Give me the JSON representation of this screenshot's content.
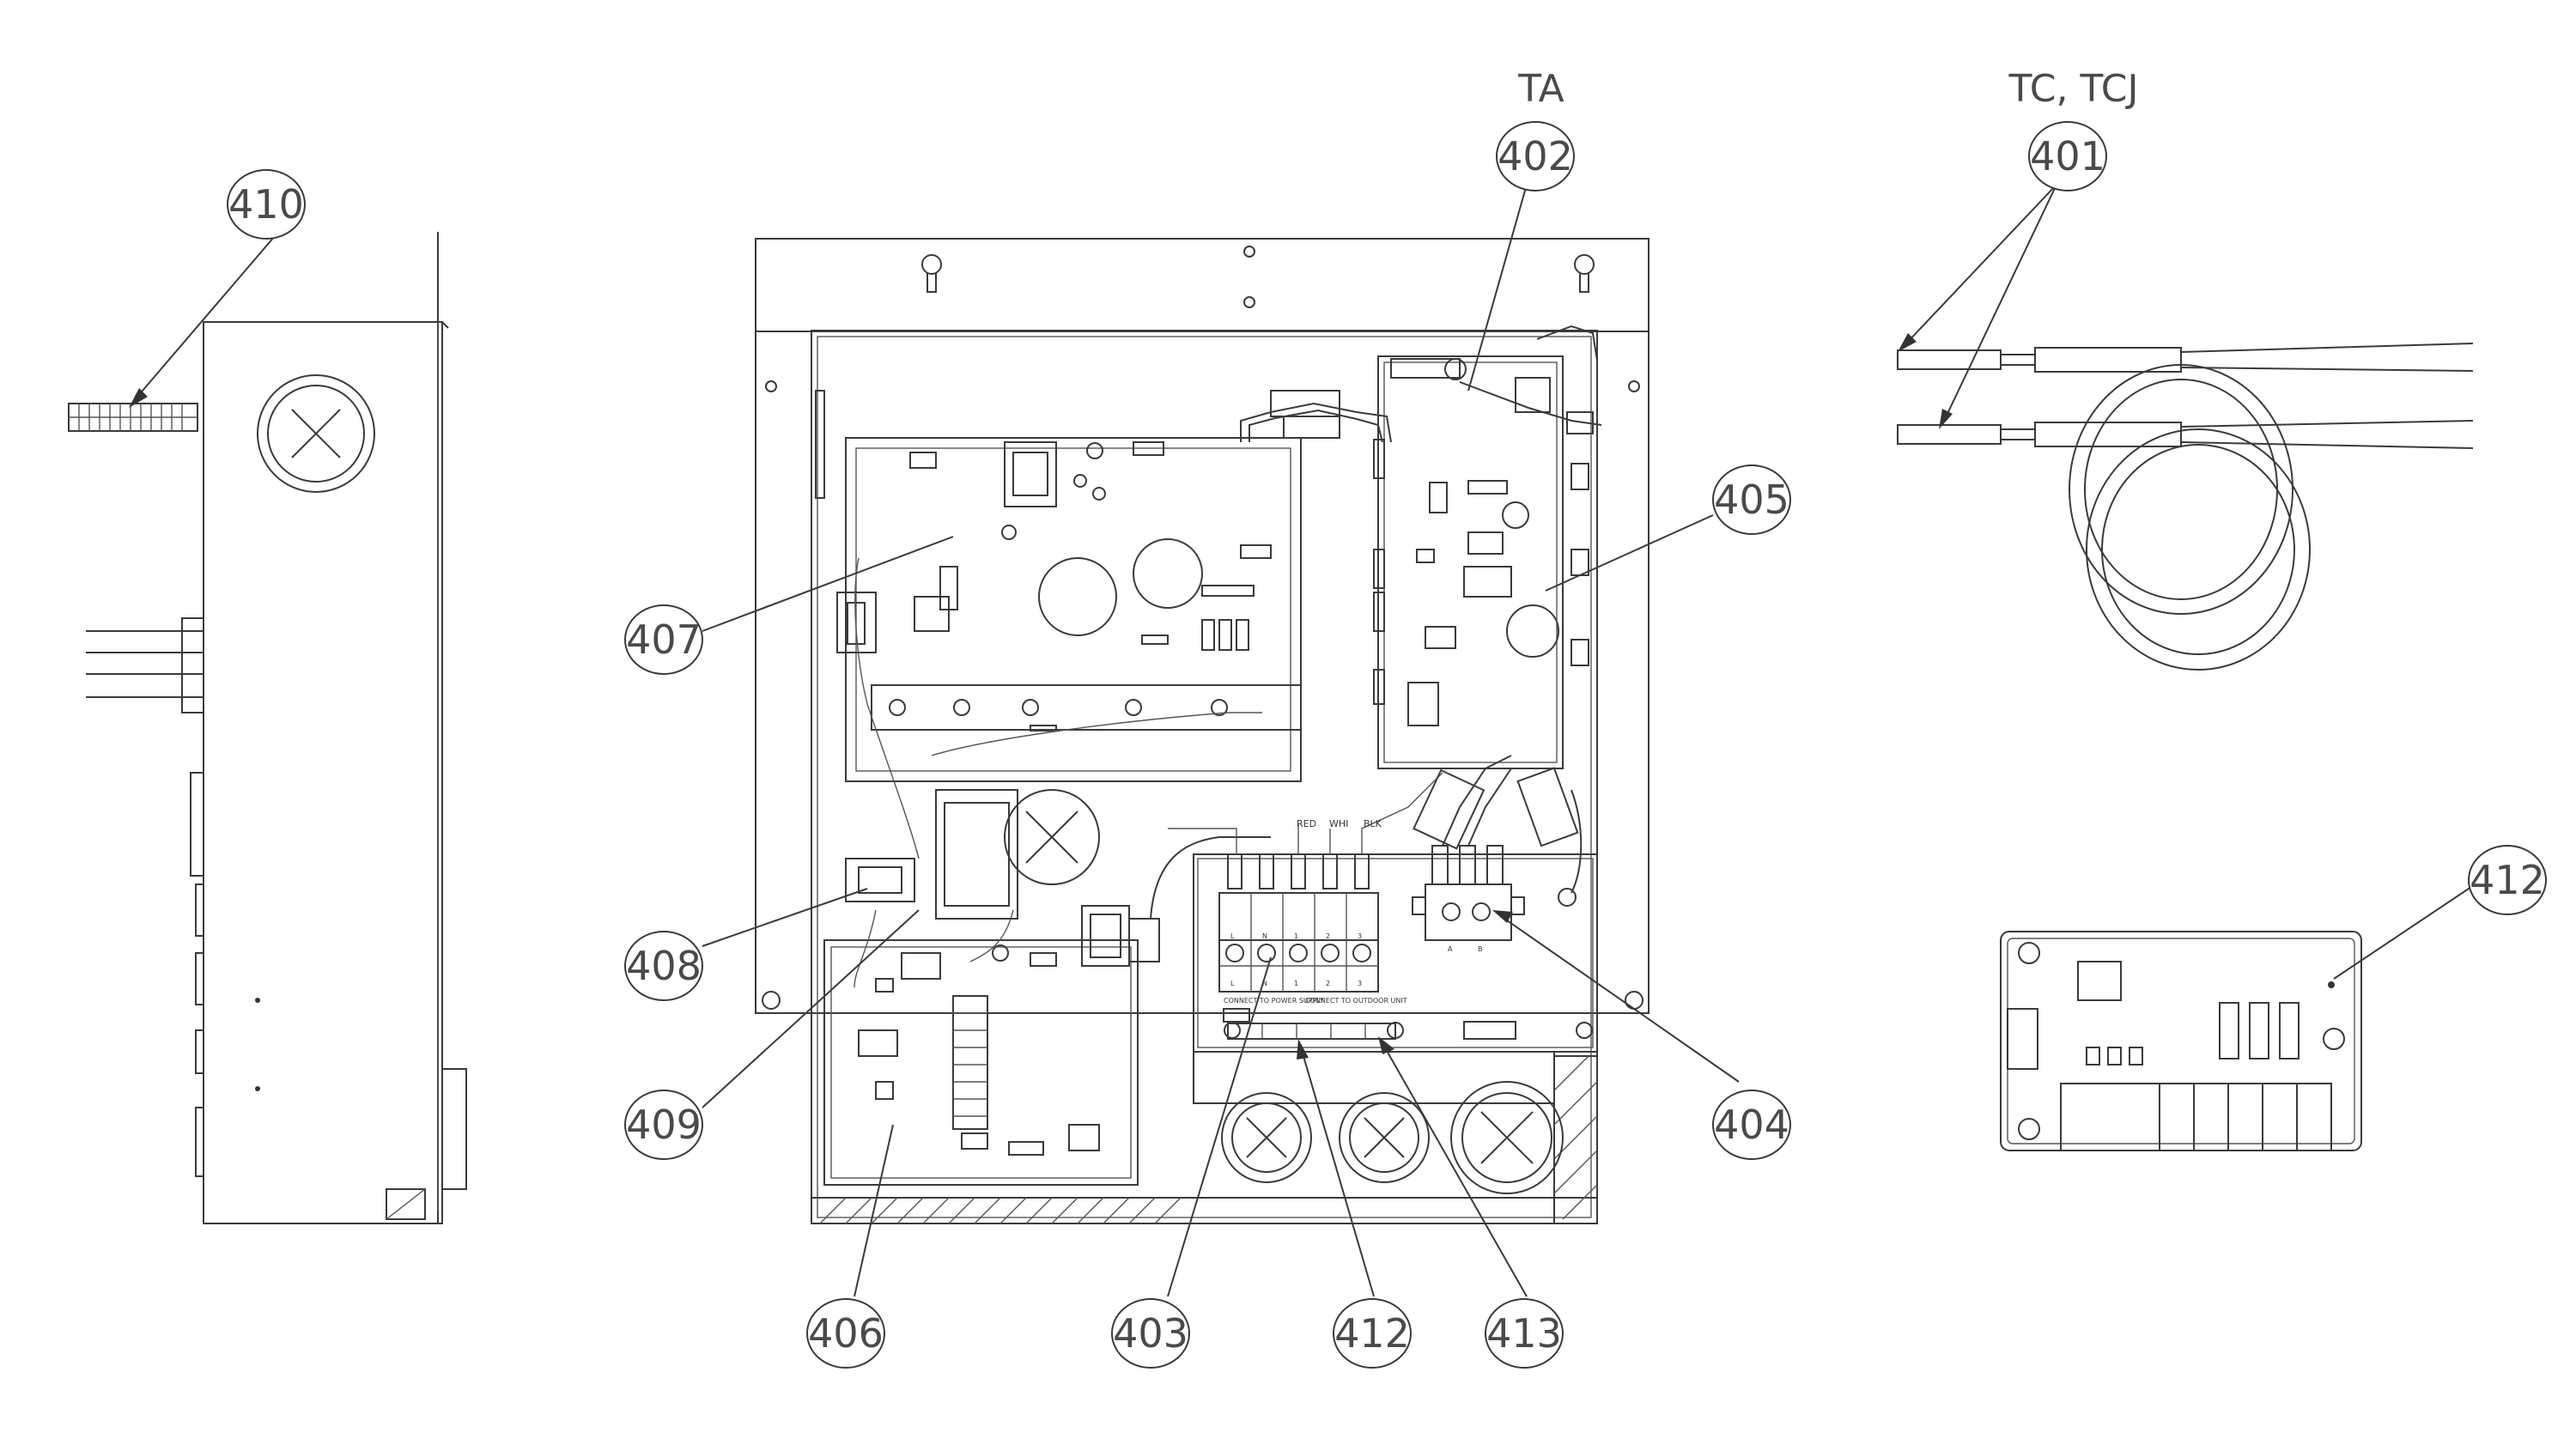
{
  "titles": {
    "ta": "TA",
    "tc_tcj": "TC, TCJ"
  },
  "callouts": {
    "c410": "410",
    "c402": "402",
    "c401": "401",
    "c405": "405",
    "c407": "407",
    "c408": "408",
    "c409": "409",
    "c404": "404",
    "c412_right": "412",
    "c406": "406",
    "c403": "403",
    "c412_bottom": "412",
    "c413": "413"
  },
  "wire_labels": {
    "red": "RED",
    "wht": "WHI",
    "blk": "BLK"
  },
  "terminal_labels": {
    "top": [
      "L",
      "N",
      "1",
      "2",
      "3"
    ],
    "bottom": [
      "L",
      "N",
      "1",
      "2",
      "3"
    ],
    "ab": [
      "A",
      "B"
    ],
    "power_supply": "CONNECT TO\nPOWER SUPPLY",
    "outdoor_unit": "CONNECT TO\nOUTDOOR UNIT"
  }
}
